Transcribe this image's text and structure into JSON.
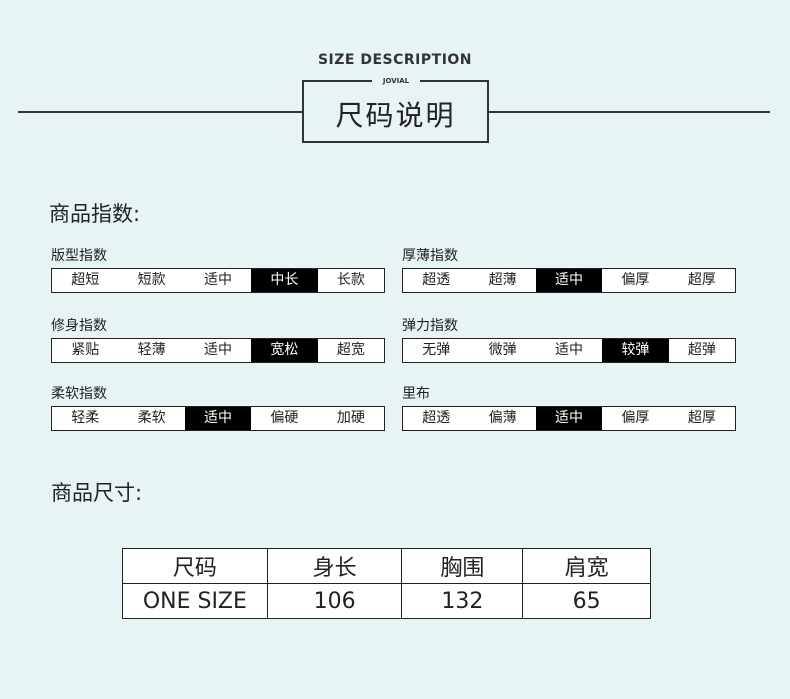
{
  "header": {
    "title_en": "SIZE DESCRIPTION",
    "brand": "JOVIAL",
    "title_cn": "尺码说明"
  },
  "indices_title": "商品指数:",
  "indices": [
    {
      "label": "版型指数",
      "options": [
        "超短",
        "短款",
        "适中",
        "中长",
        "长款"
      ],
      "selected": "中长"
    },
    {
      "label": "厚薄指数",
      "options": [
        "超透",
        "超薄",
        "适中",
        "偏厚",
        "超厚"
      ],
      "selected": "适中"
    },
    {
      "label": "修身指数",
      "options": [
        "紧贴",
        "轻薄",
        "适中",
        "宽松",
        "超宽"
      ],
      "selected": "宽松"
    },
    {
      "label": "弹力指数",
      "options": [
        "无弹",
        "微弹",
        "适中",
        "较弹",
        "超弹"
      ],
      "selected": "较弹"
    },
    {
      "label": "柔软指数",
      "options": [
        "轻柔",
        "柔软",
        "适中",
        "偏硬",
        "加硬"
      ],
      "selected": "适中"
    },
    {
      "label": "里布",
      "options": [
        "超透",
        "偏薄",
        "适中",
        "偏厚",
        "超厚"
      ],
      "selected": "适中"
    }
  ],
  "size_title": "商品尺寸:",
  "size_table": {
    "headers": [
      "尺码",
      "身长",
      "胸围",
      "肩宽"
    ],
    "rows": [
      [
        "ONE SIZE",
        "106",
        "132",
        "65"
      ]
    ]
  }
}
